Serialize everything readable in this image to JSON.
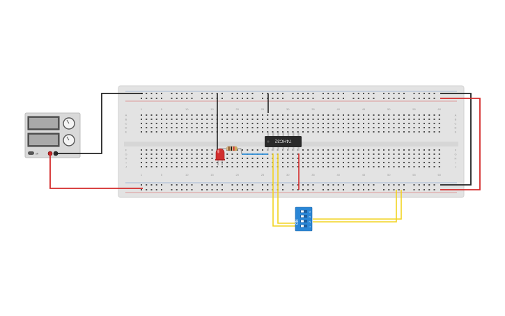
{
  "breadboard": {
    "column_numbers": [
      "1",
      "5",
      "10",
      "15",
      "20",
      "25",
      "30",
      "35",
      "40",
      "45",
      "50",
      "55",
      "60"
    ],
    "top_row_letters": [
      "A",
      "B",
      "C",
      "D",
      "E"
    ],
    "bottom_row_letters": [
      "F",
      "G",
      "H",
      "I",
      "J"
    ]
  },
  "power_supply": {
    "power_label": "off"
  },
  "ic_chip": {
    "label": "74HC32"
  },
  "dip_switch": {
    "on_label": "ON",
    "switch_numbers": [
      "1",
      "2",
      "3",
      "4"
    ]
  },
  "colors": {
    "wire_black": "#222222",
    "wire_red": "#d42a2a",
    "wire_yellow": "#f2d321",
    "wire_blue": "#2a8cd6",
    "breadboard": "#e3e3e3",
    "rail_plus": "#d9534f",
    "switch_blue": "#2a86d6",
    "led_red": "#d12e2e"
  }
}
